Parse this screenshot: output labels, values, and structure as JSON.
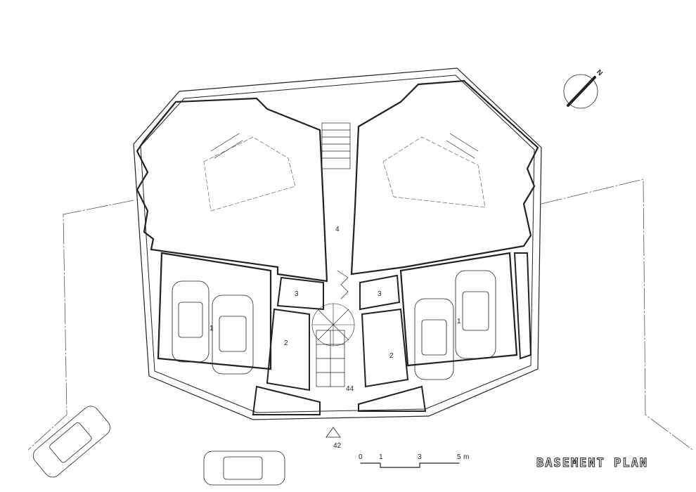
{
  "drawing": {
    "title": "BASEMENT PLAN",
    "north_label": "N",
    "rooms": {
      "corridor": "4",
      "storage_left": "3",
      "storage_right": "3",
      "garage_left": "1",
      "garage_right": "1",
      "room_left": "2",
      "room_right": "2"
    },
    "level_marks": {
      "courtyard": "44",
      "entrance": "42"
    },
    "scale_bar": {
      "ticks": [
        "0",
        "1",
        "3",
        "5"
      ],
      "unit": "m"
    },
    "colors": {
      "line": "#222222",
      "background": "#ffffff"
    }
  }
}
